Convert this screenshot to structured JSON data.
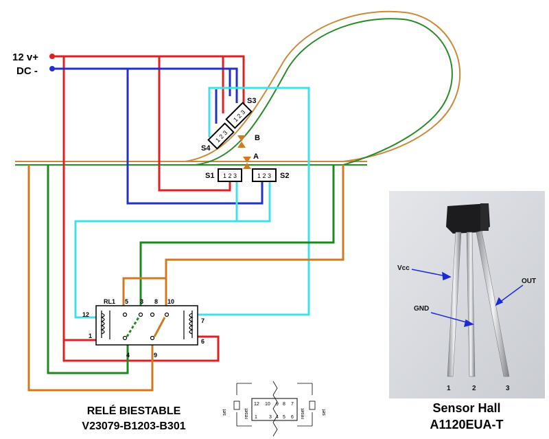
{
  "power": {
    "v_plus": "12 v+",
    "dc_minus": "DC -"
  },
  "switches": {
    "s1": "S1",
    "s2": "S2",
    "s3": "S3",
    "s4": "S4",
    "pins": "1 2 3"
  },
  "points": {
    "a": "A",
    "b": "B"
  },
  "relay": {
    "name": "RL1",
    "pins": [
      "12",
      "5",
      "3",
      "8",
      "10",
      "1",
      "7",
      "4",
      "9",
      "6"
    ],
    "title_line1": "RELÉ BIESTABLE",
    "title_line2": "V23079-B1203-B301"
  },
  "pinout": {
    "top": [
      "12",
      "10",
      "9",
      "8",
      "7"
    ],
    "bottom": [
      "1",
      "3",
      "4",
      "5",
      "6"
    ],
    "set": "set",
    "reset": "reset"
  },
  "sensor": {
    "vcc": "Vcc",
    "gnd": "GND",
    "out": "OUT",
    "leg_numbers": [
      "1",
      "2",
      "3"
    ],
    "title_line1": "Sensor Hall",
    "title_line2": "A1120EUA-T"
  },
  "colors": {
    "red": "#e02020",
    "blue": "#2030c8",
    "green": "#1e8a1e",
    "orange": "#d07a20",
    "cyan": "#40e0e8",
    "track_orange": "#c98a3a",
    "track_green": "#2a8a2a"
  }
}
